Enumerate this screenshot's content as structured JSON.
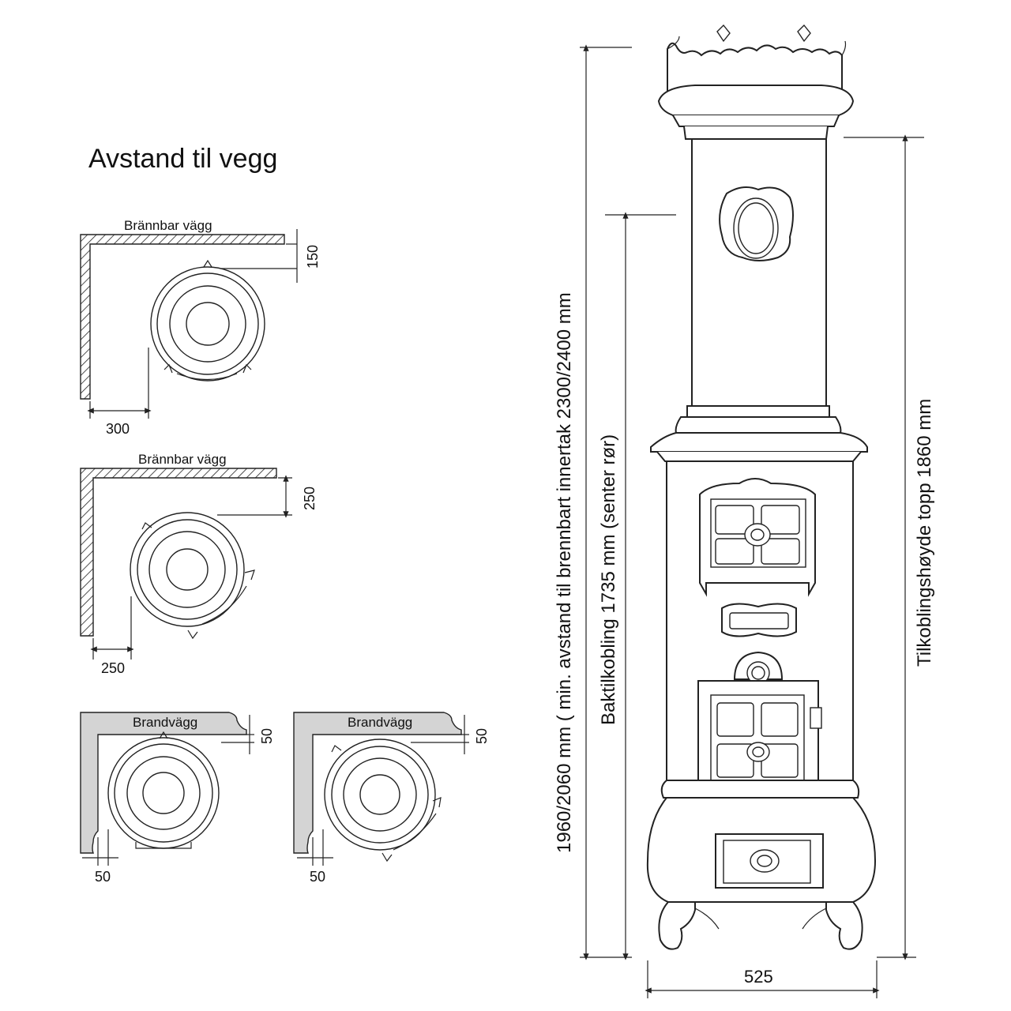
{
  "title": "Avstand til vegg",
  "clearances": [
    {
      "wall_label": "Brännbar vägg",
      "back": "150",
      "side": "300"
    },
    {
      "wall_label": "Brännbar vägg",
      "back": "250",
      "side": "250"
    },
    {
      "wall_label": "Brandvägg",
      "back": "50",
      "side": "50"
    },
    {
      "wall_label": "Brandvägg",
      "back": "50",
      "side": "50"
    }
  ],
  "stove_dims": {
    "ceiling_distance": "1960/2060 mm ( min. avstand til brennbart innertak 2300/2400 mm",
    "back_connection": "Baktilkobling 1735 mm (senter rør)",
    "top_connection": "Tilkoblingshøyde topp 1860 mm",
    "width": "525"
  }
}
